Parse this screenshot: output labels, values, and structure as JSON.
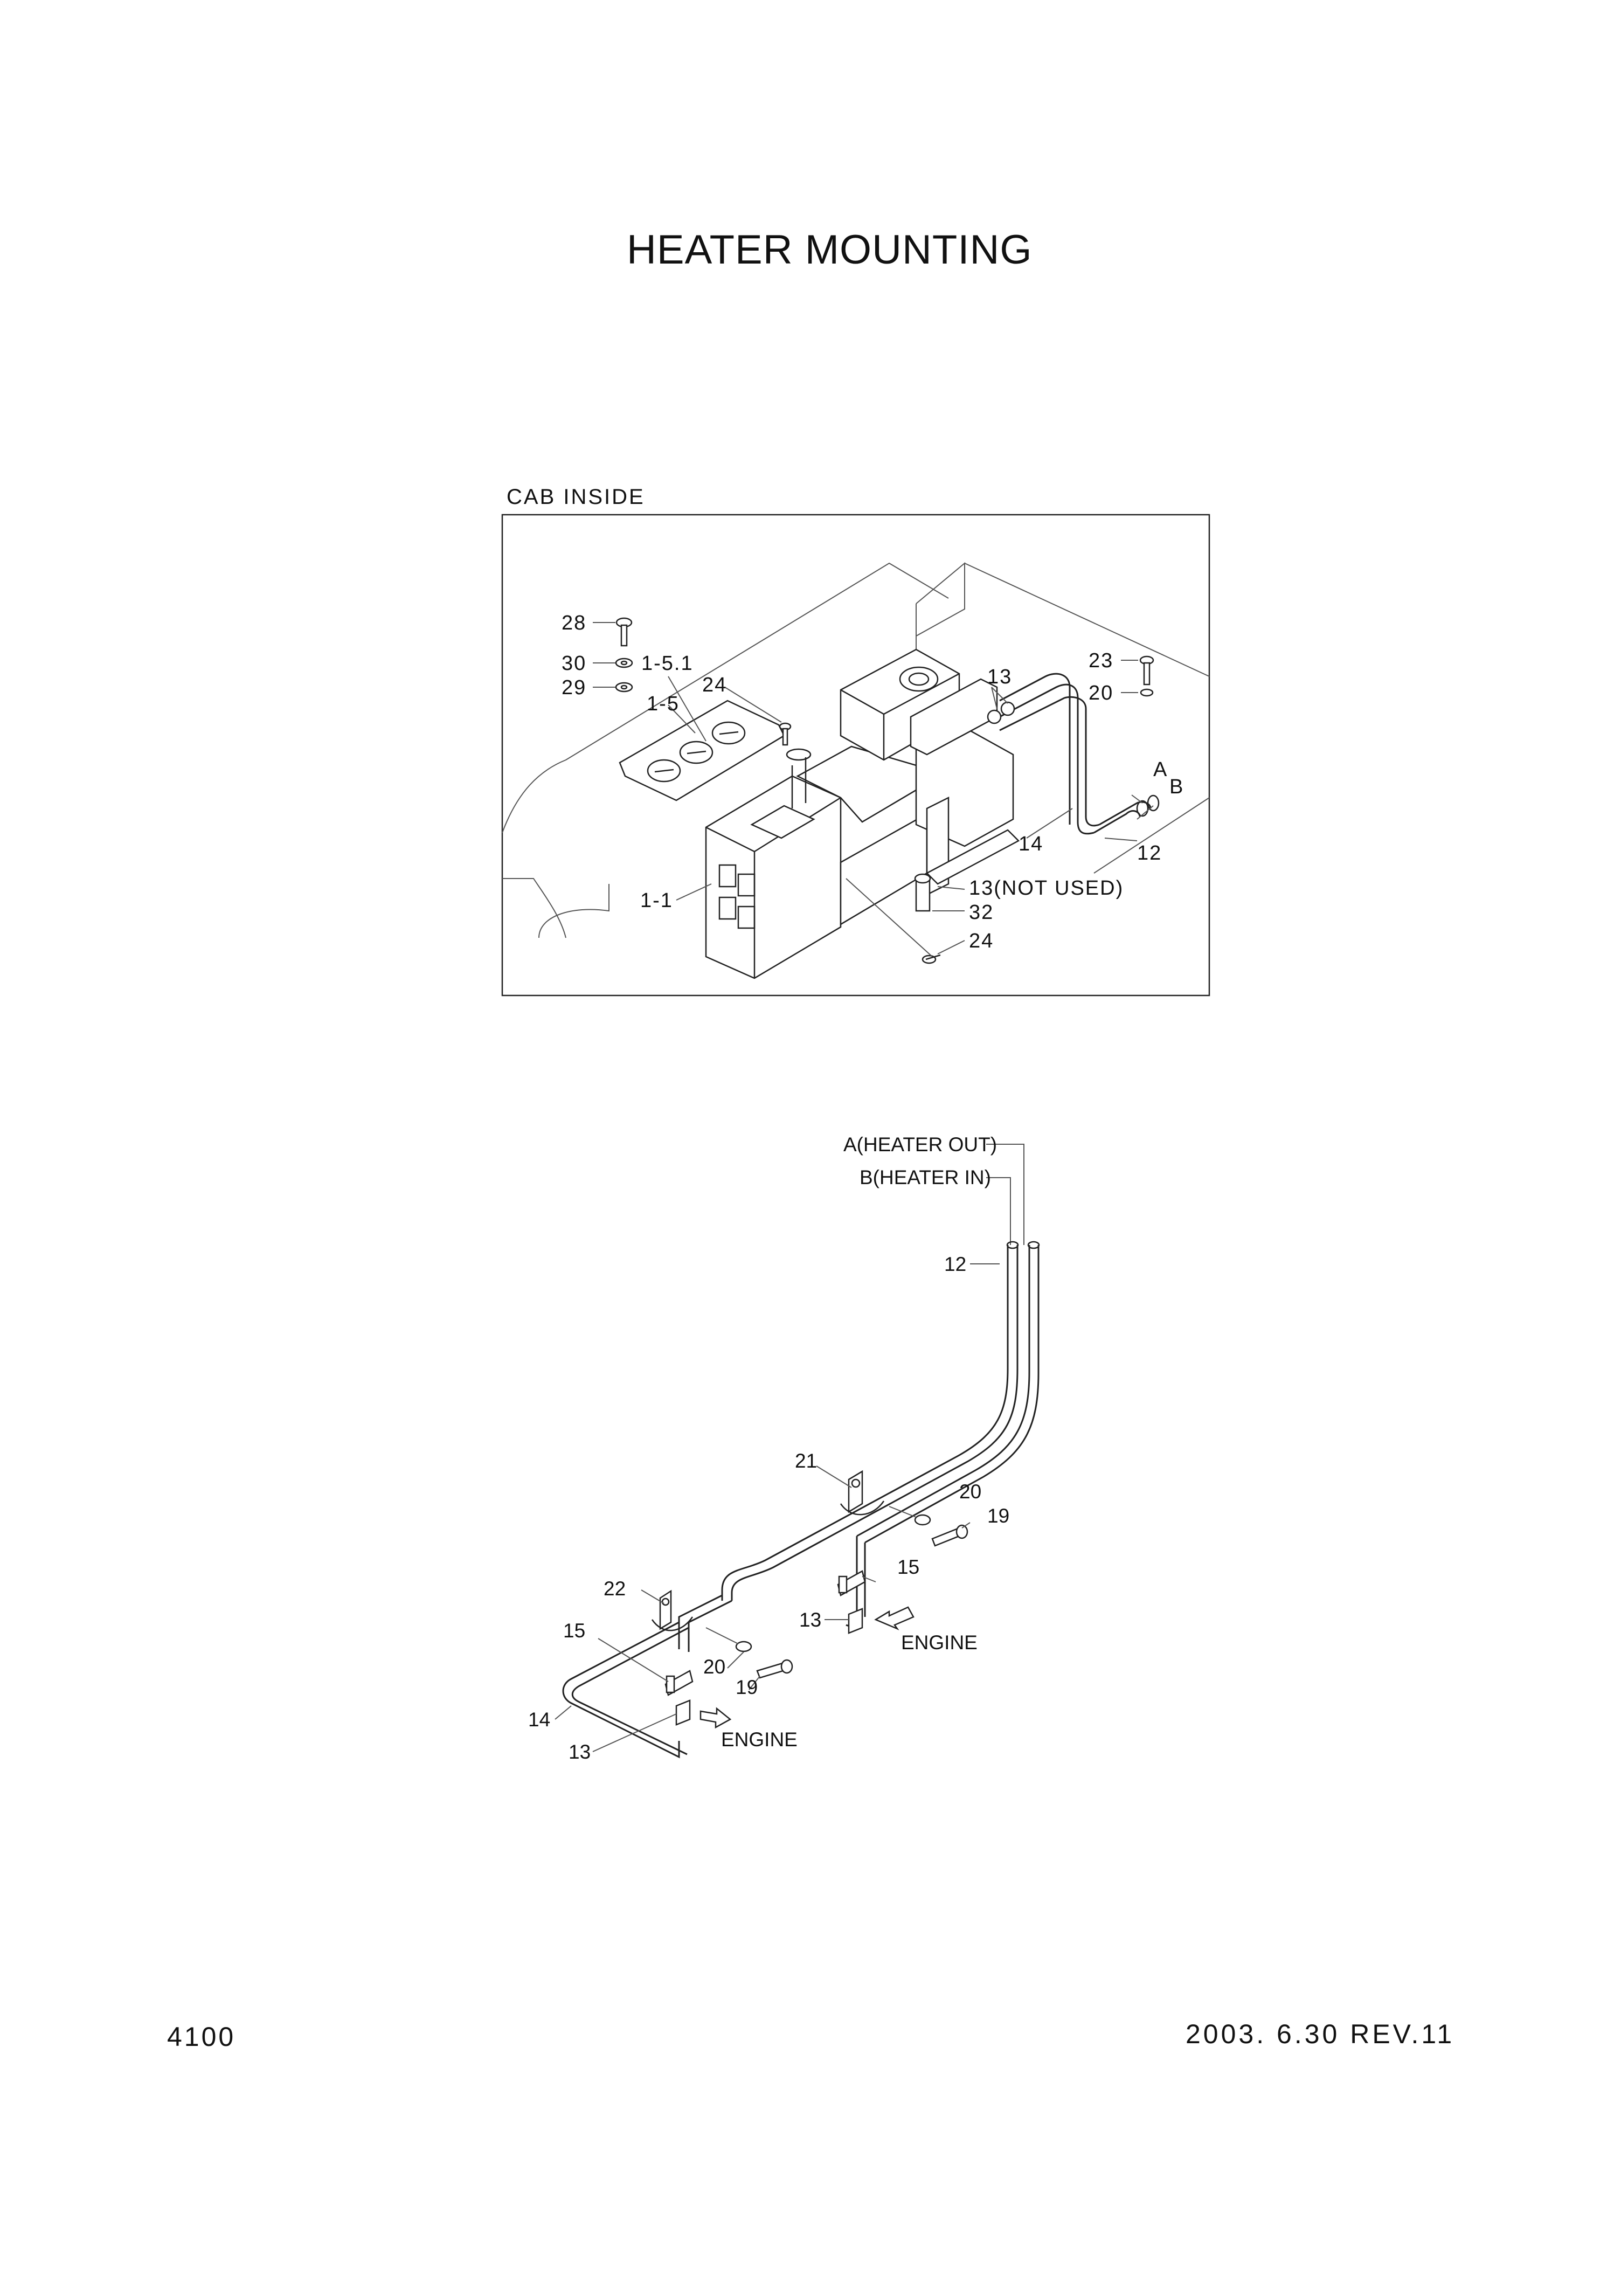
{
  "title": "HEATER MOUNTING",
  "section_label": "CAB INSIDE",
  "page_number": "4100",
  "revision": "2003. 6.30  REV.11",
  "callouts_cab": {
    "c28": "28",
    "c30": "30",
    "c29": "29",
    "c1_5_1": "1-5.1",
    "c1_5": "1-5",
    "c24a": "24",
    "c13a": "13",
    "c23": "23",
    "c20a": "20",
    "cA": "A",
    "cB": "B",
    "c14a": "14",
    "c12a": "12",
    "c13nu": "13(NOT USED)",
    "c32": "32",
    "c24b": "24",
    "c1_1": "1-1"
  },
  "callouts_pipe": {
    "heater_out": "A(HEATER OUT)",
    "heater_in": "B(HEATER IN)",
    "c12": "12",
    "c21": "21",
    "c20a": "20",
    "c19a": "19",
    "c15a": "15",
    "c13a": "13",
    "engine_a": "ENGINE",
    "c22": "22",
    "c15b": "15",
    "c20b": "20",
    "c19b": "19",
    "c14": "14",
    "c13b": "13",
    "engine_b": "ENGINE"
  }
}
